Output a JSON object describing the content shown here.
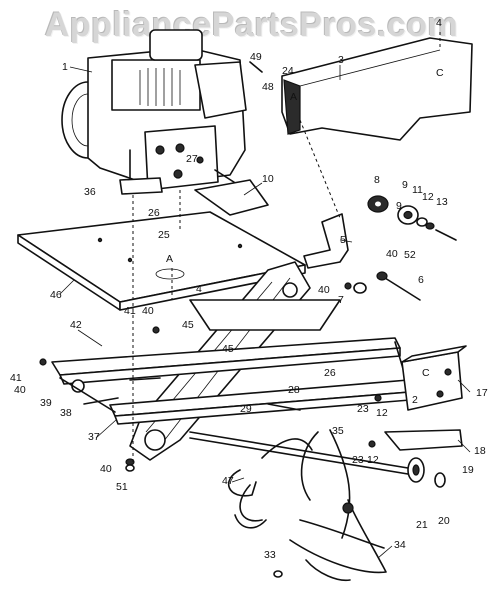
{
  "watermark": "AppliancePartsPros.com",
  "callouts": [
    "1",
    "2",
    "3",
    "4",
    "5",
    "6",
    "7",
    "8",
    "9",
    "10",
    "11",
    "12",
    "13",
    "17",
    "18",
    "19",
    "20",
    "21",
    "23",
    "24",
    "25",
    "26",
    "27",
    "28",
    "29",
    "33",
    "34",
    "35",
    "36",
    "37",
    "38",
    "39",
    "40",
    "41",
    "42",
    "45",
    "46",
    "47",
    "48",
    "49",
    "51",
    "52"
  ],
  "letter_marks": [
    "A",
    "C"
  ]
}
